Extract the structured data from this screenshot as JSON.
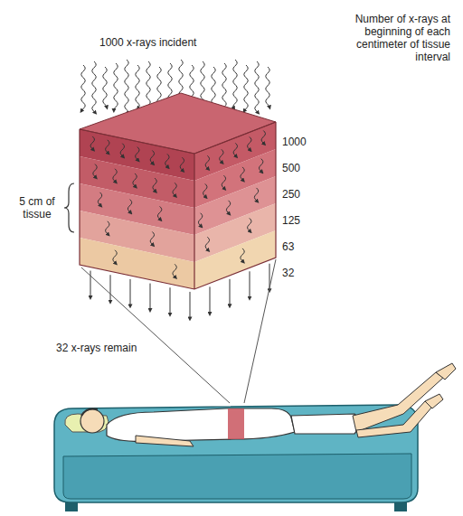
{
  "diagram": {
    "labels": [
      "1000 x-rays incident",
      "Number of x-rays at beginning of each centimeter of tissue interval",
      "1000",
      "500",
      "250",
      "125",
      "63",
      "32",
      "5 cm of tissue",
      "32 x-rays remain"
    ]
  }
}
